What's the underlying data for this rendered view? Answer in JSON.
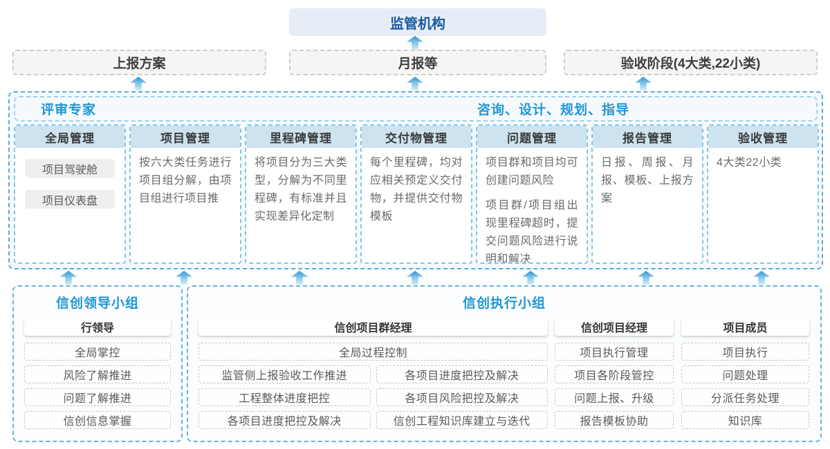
{
  "top": {
    "regulator": "监管机构"
  },
  "report_row": [
    {
      "label": "上报方案"
    },
    {
      "label": "月报等"
    },
    {
      "label": "验收阶段(4大类,22小类)"
    }
  ],
  "main": {
    "left_role": "评审专家",
    "right_role": "咨询、设计、规划、指导",
    "columns": [
      {
        "title": "全局管理",
        "items": [
          "项目驾驶舱",
          "项目仪表盘"
        ]
      },
      {
        "title": "项目管理",
        "text": "按六大类任务进行项目组分解，由项目组进行项目推"
      },
      {
        "title": "里程碑管理",
        "text": "将项目分为三大类型，分解为不同里程碑，有标准并且实现差异化定制"
      },
      {
        "title": "交付物管理",
        "text": "每个里程碑，均对应相关预定义交付物，并提供交付物模板"
      },
      {
        "title": "问题管理",
        "text": "项目群和项目均可创建问题风险",
        "text2": "项目群/项目组出现里程碑超时，提交问题风险进行说明和解决"
      },
      {
        "title": "报告管理",
        "text": "日报、周报、月报、模板、上报方案"
      },
      {
        "title": "验收管理",
        "text": "4大类22小类"
      }
    ]
  },
  "bottom": {
    "leader_group": {
      "title": "信创领导小组",
      "role": "行领导",
      "items": [
        "全局掌控",
        "风险了解推进",
        "问题了解推进",
        "信创信息掌握"
      ]
    },
    "exec_group": {
      "title": "信创执行小组",
      "pm_group": {
        "role": "信创项目群经理",
        "full_item": "全局过程控制",
        "col1": [
          "监管侧上报验收工作推进",
          "工程整体进度把控",
          "各项目进度把控及解决"
        ],
        "col2": [
          "各项目进度把控及解决",
          "各项目风险把控及解决",
          "信创工程知识库建立与迭代"
        ]
      },
      "project_manager": {
        "role": "信创项目经理",
        "items": [
          "项目执行管理",
          "项目各阶段管控",
          "问题上报、升级",
          "报告模板协助"
        ]
      },
      "member": {
        "role": "项目成员",
        "items": [
          "项目执行",
          "问题处理",
          "分派任务处理",
          "知识库"
        ]
      }
    }
  },
  "colors": {
    "accent_blue": "#2095d5",
    "navy_title": "#1a5a9e",
    "container_border": "#55acdb",
    "column_header_bg": "#cde3ef",
    "arrow_top": "#2e94d2",
    "arrow_bottom": "#d4edf9"
  }
}
